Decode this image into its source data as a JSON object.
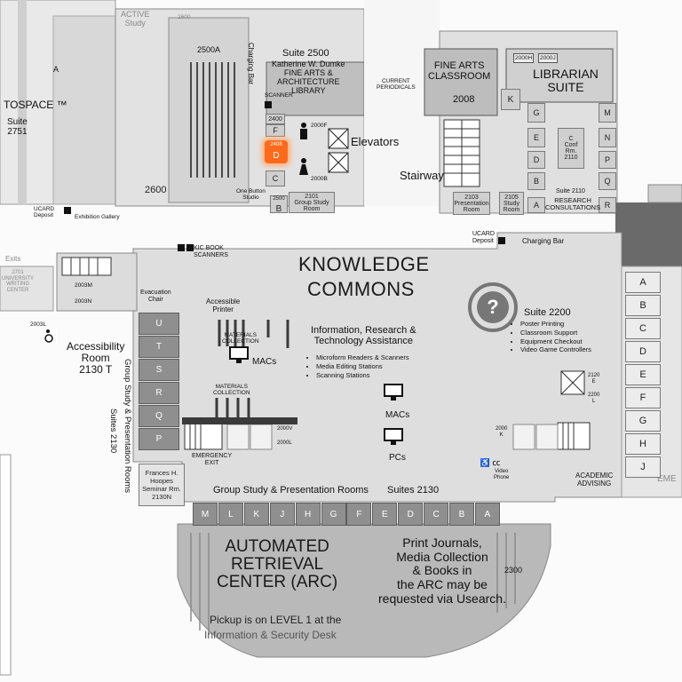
{
  "colors": {
    "room_dark": "#8f8f8f",
    "room_light": "#cfcfcf",
    "floor_area": "#dcdcdc",
    "arc_area": "#b8b8b8",
    "highlight": "#ff6a1a"
  },
  "top": {
    "active_study": "ACTIVE\nStudy",
    "r2600_top": "2600",
    "r2500a": "2500A",
    "charging_bar": "Charging Bar",
    "suite2500": "Suite 2500",
    "suite2500_desc": "Katherine W. Dumke\nFINE ARTS &\nARCHITECTURE\nLIBRARY",
    "scanner": "SCANNER",
    "current_periodicals": "CURRENT\nPERIODICALS",
    "fine_arts_classroom": "FINE ARTS\nCLASSROOM",
    "r2008": "2008",
    "k": "K",
    "librarian_suite": "LIBRARIAN\nSUITE",
    "r2000h": "2000H",
    "r2000j": "2000J",
    "r2400": "2400",
    "r2408": "2408",
    "f": "F",
    "d": "D",
    "c": "C",
    "b": "B",
    "r2000f": "2000F",
    "r2000b": "2000B",
    "elevators": "Elevators",
    "stairway": "Stairway",
    "one_button_studio": "One Button\nStudio",
    "r2500": "2500",
    "r2101": "2101",
    "group_study_room": "Group Study\nRoom",
    "r2103": "2103",
    "presentation_room": "Presentation\nRoom",
    "r2105": "2105",
    "study_room": "Study\nRoom",
    "suite2110": "Suite 2110",
    "research_consultations": "RESEARCH\nCONSULTATIONS",
    "conf_rm": "C\nConf\nRm.\n2110",
    "right_letters_g": "G",
    "right_letters_e": "E",
    "right_letters_d": "D",
    "right_letters_b": "B",
    "right_letters_a": "A",
    "right_letters_m": "M",
    "right_letters_n": "N",
    "right_letters_p": "P",
    "right_letters_q": "Q",
    "right_letters_r": "R",
    "tospace": "TOSPACE ™",
    "suite2751": "Suite\n2751",
    "a_left": "A",
    "r2600": "2600",
    "ucard_deposit": "UCARD\nDeposit",
    "exhibition_gallery": "Exhibition Gallery"
  },
  "middle": {
    "kic_book_scanners": "KIC BOOK\nSCANNERS",
    "knowledge": "KNOWLEDGE",
    "commons": "COMMONS",
    "ucard_deposit": "UCARD\nDeposit",
    "charging_bar": "Charging Bar",
    "exits": "Exits",
    "r2701": "2701\nUNIVERSITY\nWRITING\nCENTER",
    "r2003m": "2003M",
    "r2003n": "2003N",
    "r2003l": "2003L",
    "evacuation_chair": "Evacuation\nChair",
    "accessibility_room": "Accessibility\nRoom\n2130 T",
    "accessible_printer": "Accessible\nPrinter",
    "materials_collection_1": "MATERIALS\nCOLLECTION",
    "materials_collection_2": "MATERIALS\nCOLLECTION",
    "macs_1": "MACs",
    "macs_2": "MACs",
    "pcs": "PCs",
    "info_title": "Information, Research &\nTechnology Assistance",
    "info_items": [
      "Microform Readers & Scanners",
      "Media Editing Stations",
      "Scanning Stations"
    ],
    "suite2200": "Suite 2200",
    "suite2200_items": [
      "Poster Printing",
      "Classroom Support",
      "Equipment Checkout",
      "Video Game Controllers"
    ],
    "r2120e": "2120\nE",
    "r2200l": "2200\nL",
    "r2000v": "2000V",
    "r2000l": "2000L",
    "emergency_exit": "EMERGENCY\nEXIT",
    "r2000k": "2000\nK",
    "video_phone": "Video\nPhone",
    "academic_advising": "ACADEMIC\nADVISING",
    "eme": "EME",
    "side_letters_right": [
      "A",
      "B",
      "C",
      "D",
      "E",
      "F",
      "G",
      "H",
      "J"
    ],
    "group_letters_left": [
      "U",
      "T",
      "S",
      "R",
      "Q",
      "P"
    ],
    "vert_label": "Group Study & Presentation Rooms",
    "vert_suites": "Suites 2130",
    "frances": "Frances H.\nHoopes\nSeminar Rm.\n2130N",
    "bottom_heading": "Group Study & Presentation Rooms",
    "bottom_suites": "Suites 2130",
    "bottom_letters": [
      "M",
      "L",
      "K",
      "J",
      "H",
      "G",
      "F",
      "E",
      "D",
      "C",
      "B",
      "A"
    ]
  },
  "bottom": {
    "arc_title": "AUTOMATED\nRETRIEVAL\nCENTER (ARC)",
    "arc_note": "Print Journals,\nMedia Collection\n& Books in\nthe ARC may be\nrequested via Usearch.",
    "r2300": "2300",
    "pickup": "Pickup is on LEVEL 1 at the",
    "pickup2": "Information & Security Desk"
  }
}
